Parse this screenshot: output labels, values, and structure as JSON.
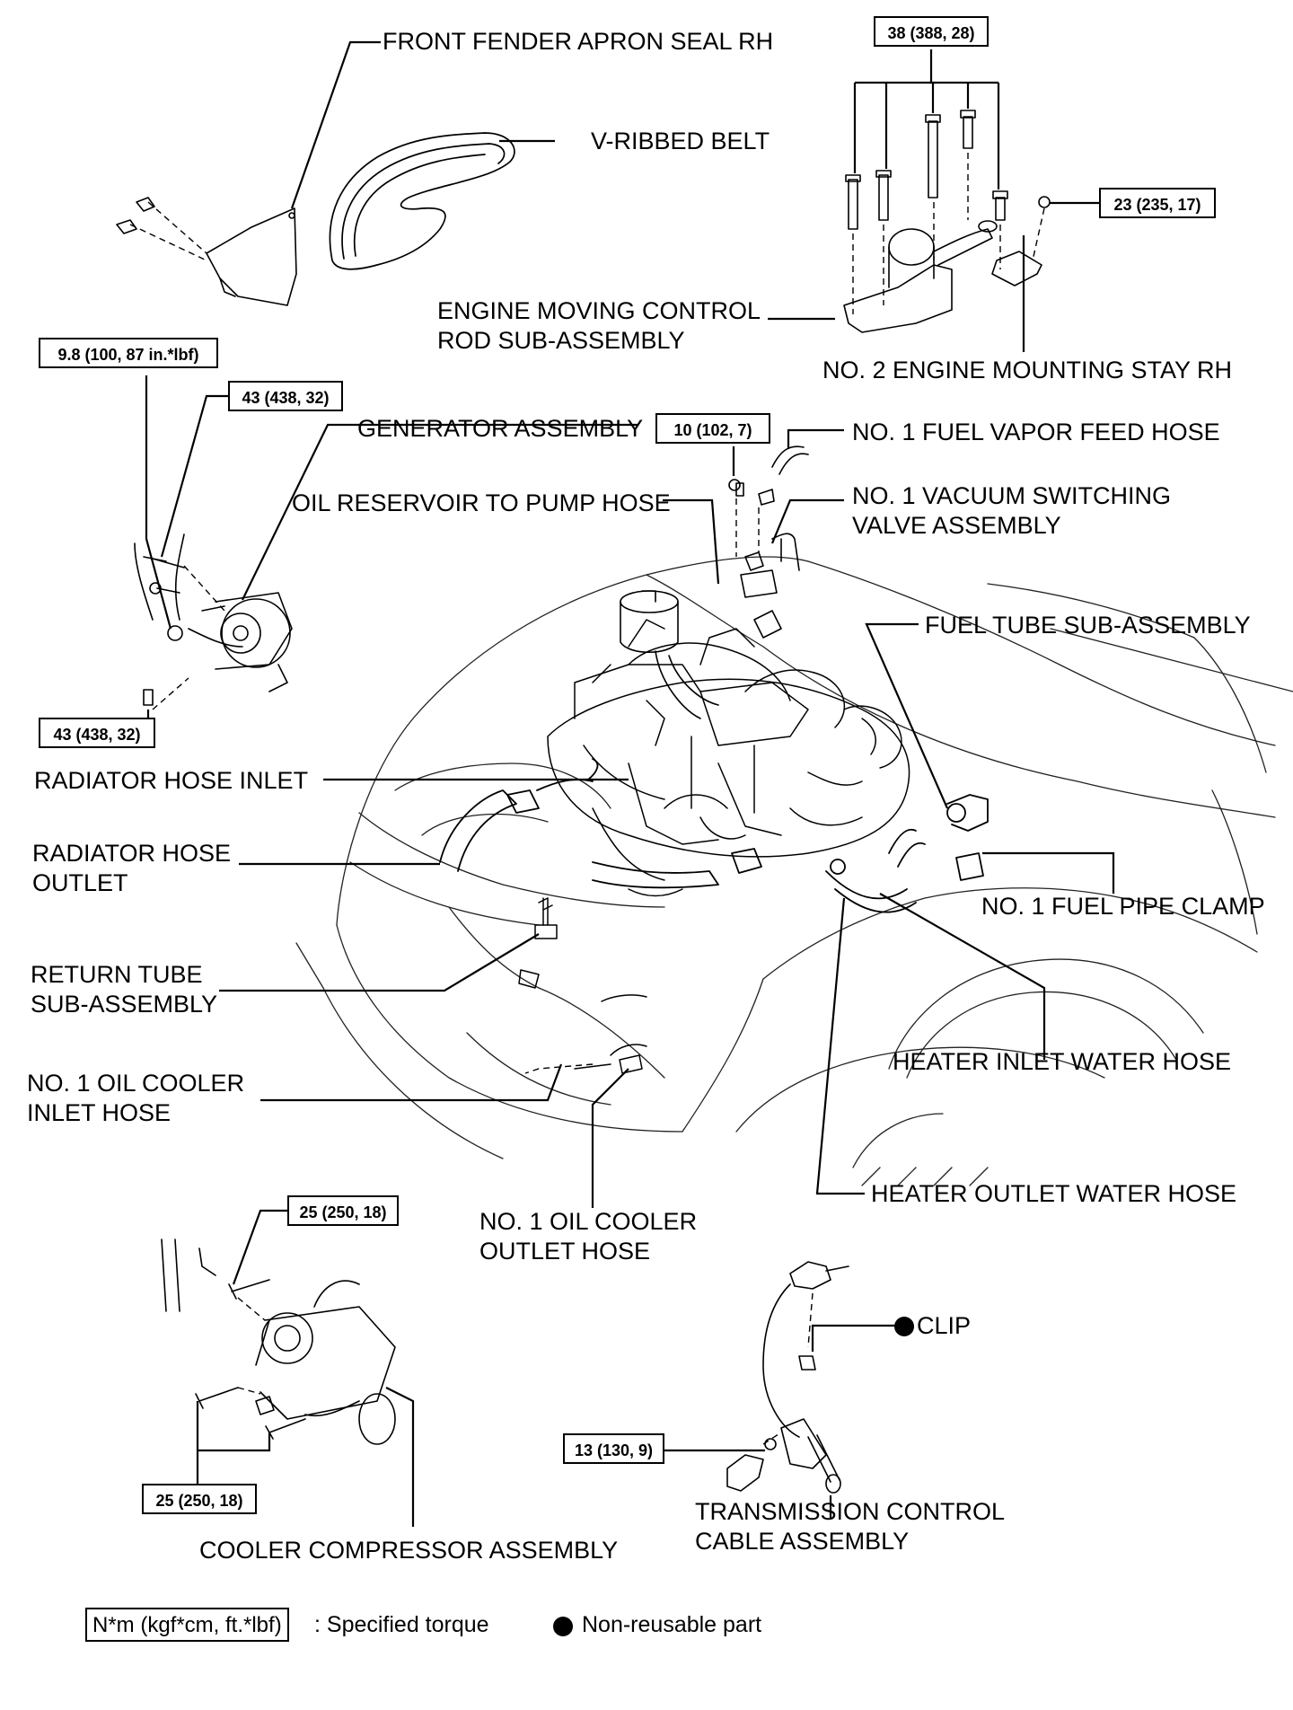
{
  "labels": {
    "front_fender_apron_seal_rh": "FRONT FENDER APRON SEAL RH",
    "v_ribbed_belt": "V-RIBBED BELT",
    "engine_moving_control_rod_1": "ENGINE MOVING CONTROL",
    "engine_moving_control_rod_2": "ROD SUB-ASSEMBLY",
    "no2_engine_mounting_stay_rh": "NO. 2 ENGINE MOUNTING STAY RH",
    "generator_assembly": "GENERATOR ASSEMBLY",
    "no1_fuel_vapor_feed_hose": "NO. 1 FUEL VAPOR FEED HOSE",
    "oil_reservoir_to_pump_hose": "OIL RESERVOIR TO PUMP HOSE",
    "no1_vacuum_switching_valve_1": "NO. 1 VACUUM SWITCHING",
    "no1_vacuum_switching_valve_2": "VALVE ASSEMBLY",
    "fuel_tube_sub_assembly": "FUEL TUBE SUB-ASSEMBLY",
    "radiator_hose_inlet": "RADIATOR HOSE INLET",
    "radiator_hose_outlet_1": "RADIATOR HOSE",
    "radiator_hose_outlet_2": "OUTLET",
    "no1_fuel_pipe_clamp": "NO. 1 FUEL PIPE CLAMP",
    "return_tube_1": "RETURN TUBE",
    "return_tube_2": "SUB-ASSEMBLY",
    "heater_inlet_water_hose": "HEATER INLET WATER HOSE",
    "no1_oil_cooler_inlet_1": "NO. 1 OIL COOLER",
    "no1_oil_cooler_inlet_2": "INLET HOSE",
    "heater_outlet_water_hose": "HEATER OUTLET WATER HOSE",
    "no1_oil_cooler_outlet_1": "NO. 1 OIL COOLER",
    "no1_oil_cooler_outlet_2": "OUTLET HOSE",
    "clip": "CLIP",
    "transmission_control_cable_1": "TRANSMISSION CONTROL",
    "transmission_control_cable_2": "CABLE ASSEMBLY",
    "cooler_compressor_assembly": "COOLER COMPRESSOR ASSEMBLY"
  },
  "torques": {
    "mount_bolts": "38 (388, 28)",
    "stay_nut": "23 (235, 17)",
    "generator_terminal": "9.8 (100, 87 in.*lbf)",
    "generator_upper": "43 (438, 32)",
    "generator_lower": "43 (438, 32)",
    "vsv_bolt": "10 (102, 7)",
    "compressor_upper": "25 (250, 18)",
    "compressor_lower": "25 (250, 18)",
    "cable_nut": "13 (130, 9)"
  },
  "legend": {
    "torque_format": "N*m (kgf*cm, ft.*lbf)",
    "torque_desc": ": Specified torque",
    "nonreusable_desc": "Non-reusable part"
  }
}
